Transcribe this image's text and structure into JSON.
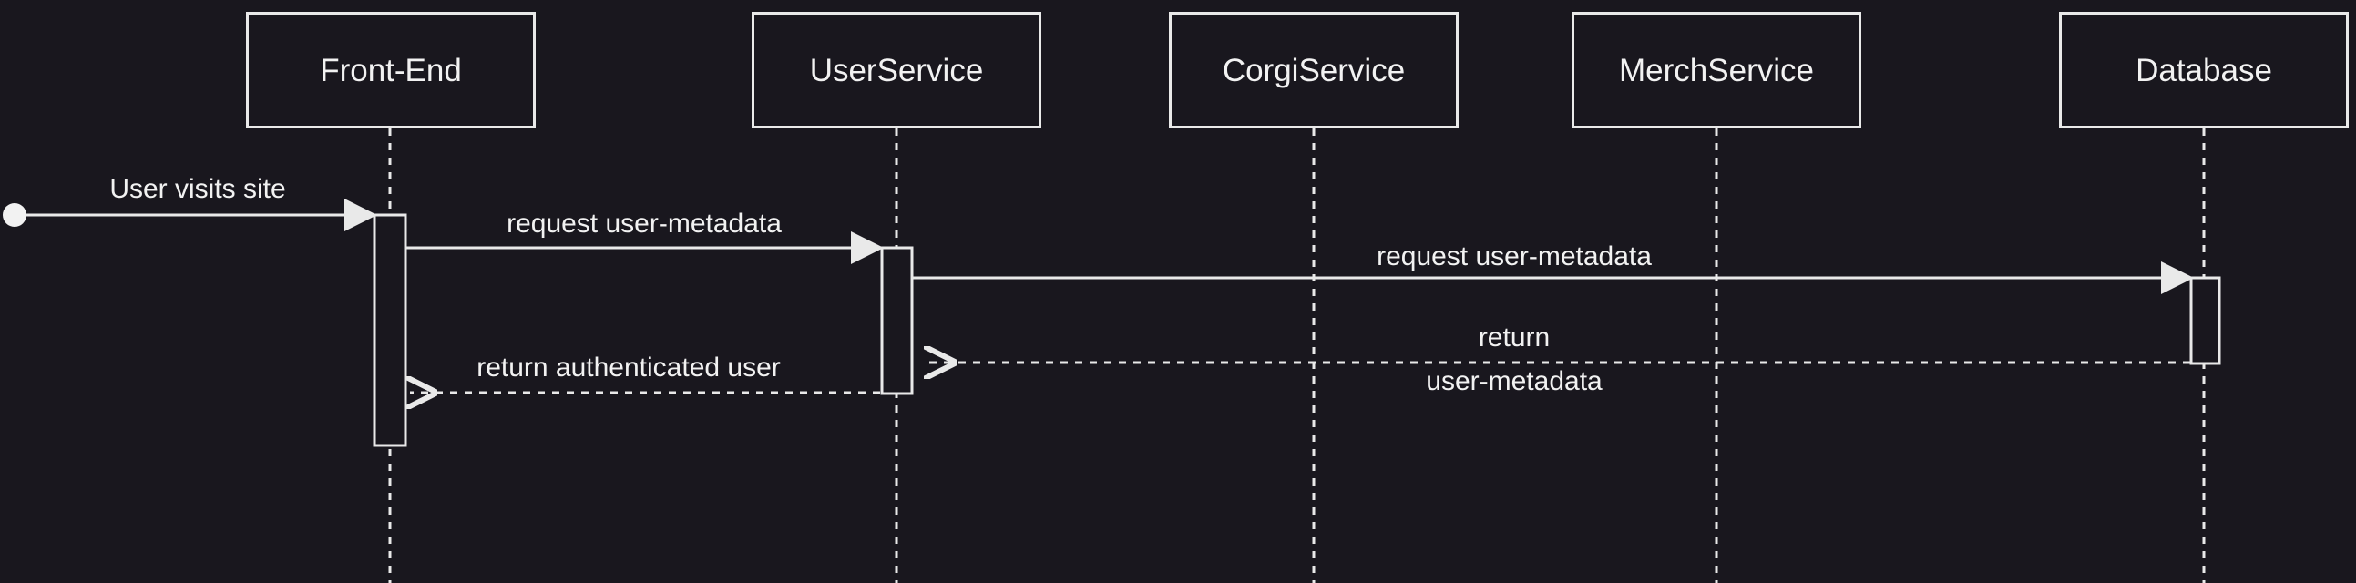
{
  "diagram": {
    "type": "sequence-diagram",
    "participants": [
      {
        "id": "front_end",
        "name": "Front-End"
      },
      {
        "id": "user_service",
        "name": "UserService"
      },
      {
        "id": "corgi_service",
        "name": "CorgiService"
      },
      {
        "id": "merch_service",
        "name": "MerchService"
      },
      {
        "id": "database",
        "name": "Database"
      }
    ],
    "messages": [
      {
        "from": "start",
        "to": "Front-End",
        "label": "User visits site",
        "style": "solid"
      },
      {
        "from": "Front-End",
        "to": "UserService",
        "label": "request user-metadata",
        "style": "solid"
      },
      {
        "from": "UserService",
        "to": "Database",
        "label": "request user-metadata",
        "style": "solid"
      },
      {
        "from": "Database",
        "to": "UserService",
        "label_lines": [
          "return",
          "user-metadata"
        ],
        "style": "dashed"
      },
      {
        "from": "UserService",
        "to": "Front-End",
        "label": "return authenticated user",
        "style": "dashed"
      }
    ]
  },
  "colors": {
    "background": "#19171e",
    "line": "#e9e9e9",
    "text": "#f2f2f2"
  }
}
